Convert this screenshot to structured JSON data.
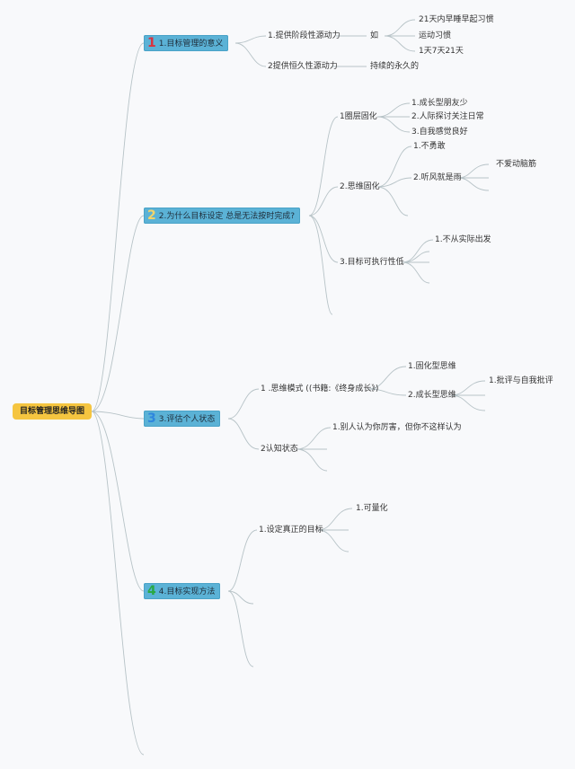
{
  "root": "目标管理思维导图",
  "colors": {
    "line": "#b7c3c7",
    "box": "#5bb2d6",
    "root": "#f5c540"
  },
  "b1": {
    "num": "1",
    "num_color": "#d9333f",
    "title": "1.目标管理的意义",
    "c1": "1.提供阶段性源动力",
    "c1_mid": "如",
    "c1_items": [
      "21天内早睡早起习惯",
      "运动习惯",
      "1天7天21天"
    ],
    "c2": "2提供恒久性源动力",
    "c2_mid": "持续的永久的"
  },
  "b2": {
    "num": "2",
    "num_color": "#f2d46b",
    "title": "2.为什么目标设定 总是无法按时完成?",
    "c1": "1圈层固化",
    "c1_items": [
      "1.成长型朋友少",
      "2.人际探讨关注日常",
      "3.自我感觉良好"
    ],
    "c2": "2.思维固化",
    "c2_i1": "1.不勇敢",
    "c2_i2": "2.听风就是雨",
    "c2_i2_sub": "不爱动脑筋",
    "c3": "3.目标可执行性低",
    "c3_i1": "1.不从实际出发"
  },
  "b3": {
    "num": "3",
    "num_color": "#2e86de",
    "title": "3.评估个人状态",
    "c1": "1 .思维模式 ((书籍:《终身成长》)",
    "c1_i1": "1.固化型思维",
    "c1_i2": "2.成长型思维",
    "c1_i2_sub": "1.批评与自我批评",
    "c2": "2认知状态",
    "c2_i1": "1.别人认为你厉害，但你不这样认为"
  },
  "b4": {
    "num": "4",
    "num_color": "#2aa845",
    "title": "4.目标实现方法",
    "c1": "1.设定真正的目标",
    "c1_i1": "1.可量化"
  }
}
